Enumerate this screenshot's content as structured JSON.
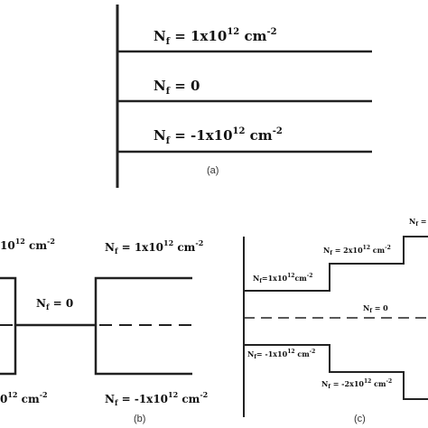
{
  "panel_a": {
    "lines": [
      {
        "base": "N",
        "sub": "f",
        "pre": " = 1x10",
        "sup": "12",
        "post": " cm",
        "sup2": "-2"
      },
      {
        "base": "N",
        "sub": "f",
        "pre": " = 0",
        "sup": "",
        "post": "",
        "sup2": ""
      },
      {
        "base": "N",
        "sub": "f",
        "pre": " = -1x10",
        "sup": "12",
        "post": " cm",
        "sup2": "-2"
      }
    ],
    "caption": "(a)"
  },
  "panel_b": {
    "left_top": {
      "pre": "10",
      "sup": "12",
      "post": " cm",
      "sup2": "-2"
    },
    "left_bottom": {
      "pre": "0",
      "sup": "12",
      "post": " cm",
      "sup2": "-2"
    },
    "center": {
      "base": "N",
      "sub": "f",
      "pre": " = 0"
    },
    "right_top": {
      "base": "N",
      "sub": "f",
      "pre": " = 1x10",
      "sup": "12",
      "post": " cm",
      "sup2": "-2"
    },
    "right_bottom": {
      "base": "N",
      "sub": "f",
      "pre": " = -1x10",
      "sup": "12",
      "post": " cm",
      "sup2": "-2"
    },
    "caption": "(b)"
  },
  "panel_c": {
    "top_edge": {
      "base": "N",
      "sub": "f",
      "pre": " ="
    },
    "plus2": {
      "base": "N",
      "sub": "f",
      "pre": " = 2x10",
      "sup": "12",
      "post": " cm",
      "sup2": "-2"
    },
    "plus1": {
      "base": "N",
      "sub": "f",
      "pre": "=1x10",
      "sup": "12",
      "post": "cm",
      "sup2": "-2"
    },
    "zero": {
      "base": "N",
      "sub": "f",
      "pre": " = 0"
    },
    "minus1": {
      "base": "N",
      "sub": "f",
      "pre": "= -1x10",
      "sup": "12",
      "post": " cm",
      "sup2": "-2"
    },
    "minus2": {
      "base": "N",
      "sub": "f",
      "pre": " = -2x10",
      "sup": "12",
      "post": " cm",
      "sup2": "-2"
    },
    "caption": "(c)"
  }
}
